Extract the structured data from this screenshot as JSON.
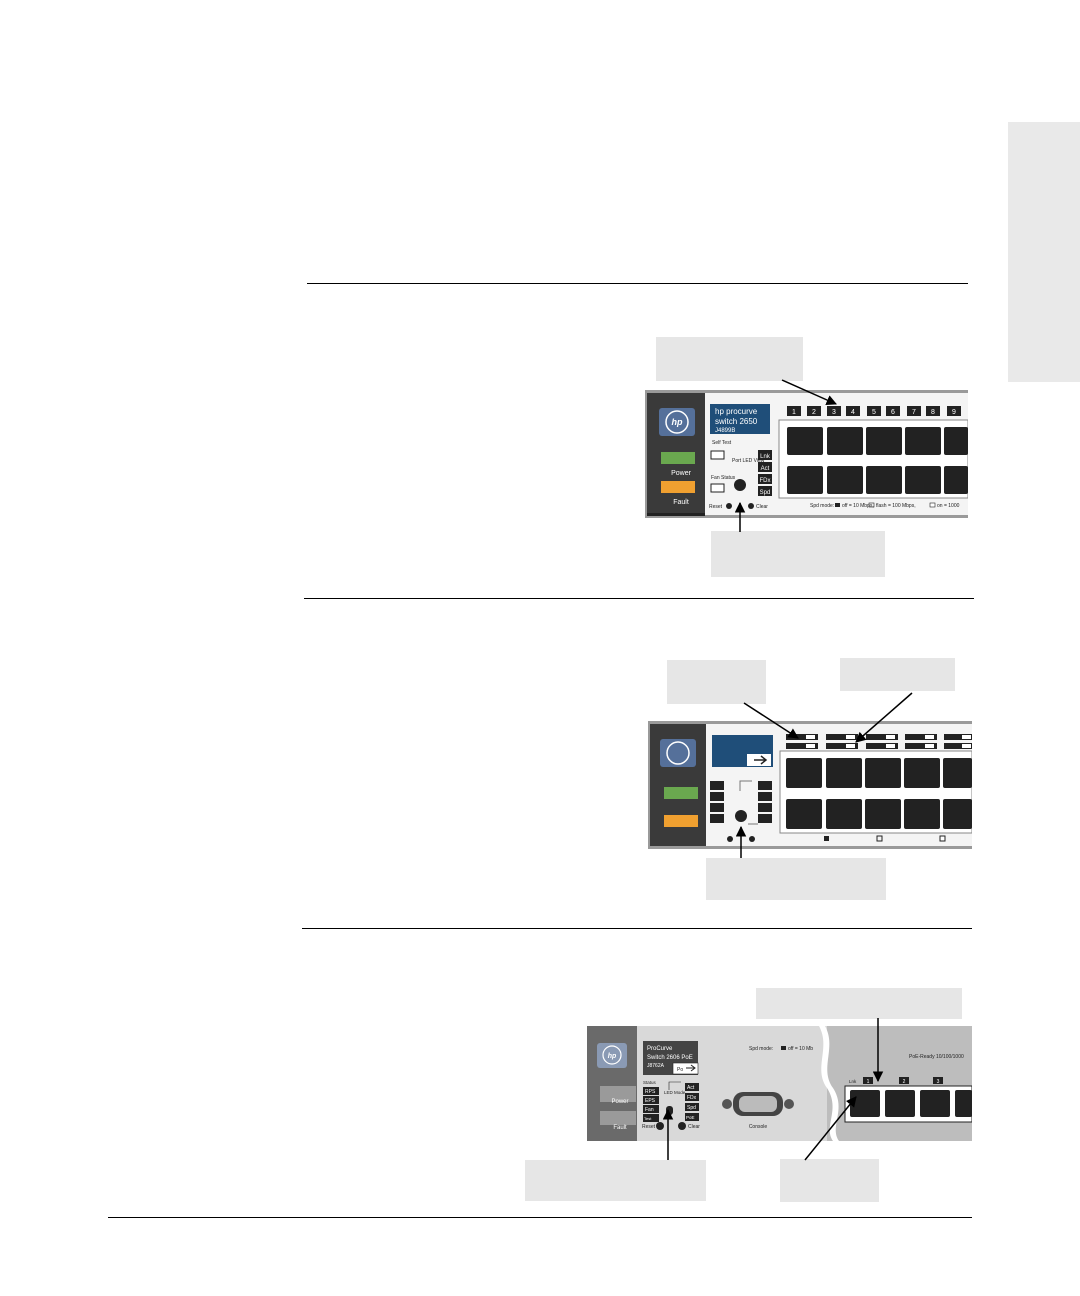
{
  "figure1": {
    "logo": "hp",
    "brand_line1": "hp procurve",
    "brand_line2": "switch 2650",
    "model": "J4899B",
    "power_label": "Power",
    "fault_label": "Fault",
    "self_test_label": "Self Test",
    "fan_status_label": "Fan Status",
    "port_led_view_label": "Port LED View",
    "mode_labels": [
      "Lnk",
      "Act",
      "FDx",
      "Spd"
    ],
    "port_numbers": [
      "1",
      "2",
      "3",
      "4",
      "5",
      "6",
      "7",
      "8",
      "9"
    ],
    "reset_label": "Reset",
    "clear_label": "Clear",
    "spd_legend": "Spd mode:",
    "spd_off": "off = 10 Mbps,",
    "spd_flash": "flash = 100 Mbps,",
    "spd_on": "on = 1000"
  },
  "figure3": {
    "logo": "hp",
    "brand_line1": "ProCurve",
    "brand_line2": "Switch 2606 PoE",
    "model": "J8762A",
    "poe_label": "Po",
    "status_label": "Status",
    "status_items": [
      "RPS",
      "EPS",
      "Fan",
      "Test"
    ],
    "led_mode_label": "LED Mode",
    "mode_labels": [
      "Act",
      "FDx",
      "Spd",
      "PoE"
    ],
    "power_label": "Power",
    "fault_label": "Fault",
    "reset_label": "Reset",
    "clear_label": "Clear",
    "console_label": "Console",
    "spd_legend": "Spd mode:",
    "spd_off": "off = 10 Mb",
    "poe_ready": "PoE-Ready 10/100/1000",
    "lnk_label": "Lnk",
    "port_numbers": [
      "1",
      "2",
      "3"
    ]
  }
}
